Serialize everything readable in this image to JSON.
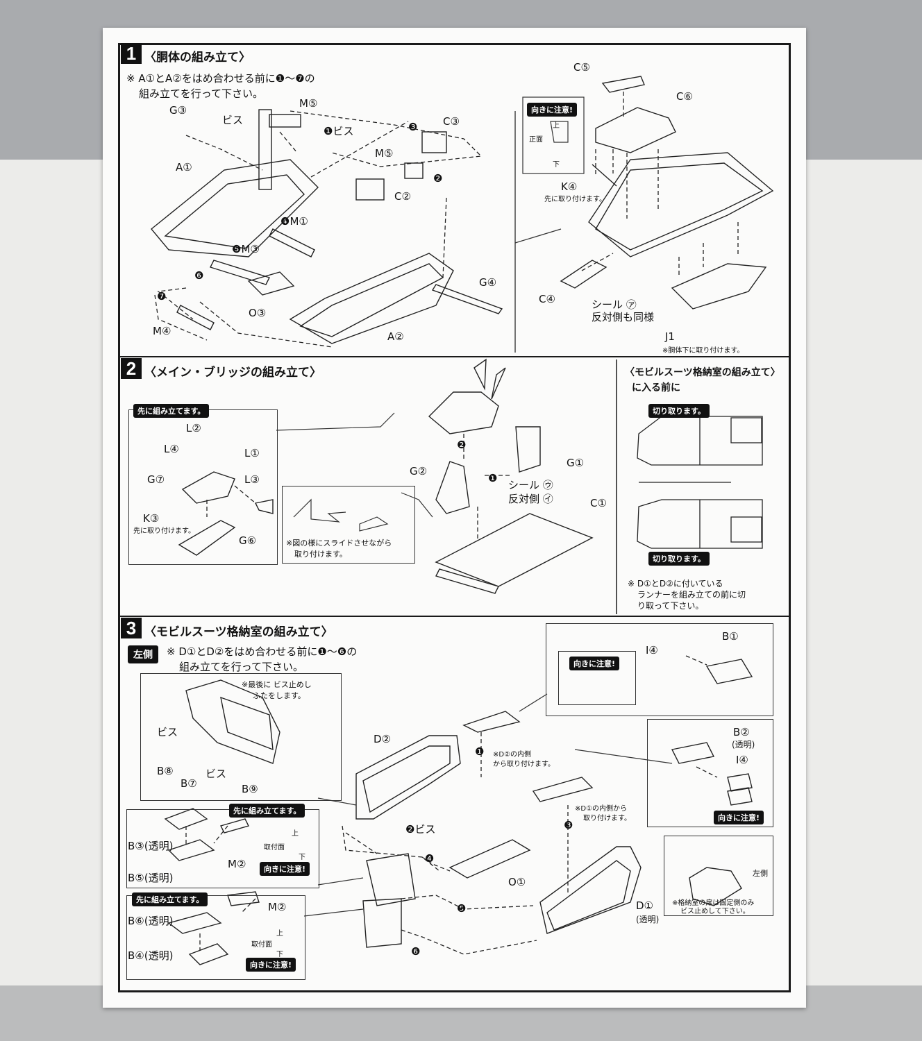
{
  "step1": {
    "number": "1",
    "title": "〈胴体の組み立て〉",
    "note_line1": "※ A①とA②をはめ合わせる前に❶～❼の",
    "note_line2": "組み立てを行って下さい。",
    "labels": {
      "g3": "G③",
      "bis": "ビス",
      "m5a": "M⑤",
      "a1": "A①",
      "c3": "C③",
      "s3": "❸",
      "bis1": "❶ビス",
      "m5b": "M⑤",
      "c2": "C②",
      "s2": "❷",
      "m1": "❹M①",
      "m3": "❺M③",
      "s6": "❻",
      "s7": "❼",
      "o3": "O③",
      "m4": "M④",
      "a2": "A②",
      "g4": "G④"
    },
    "right": {
      "c5": "C⑤",
      "c6": "C⑥",
      "caution": "向きに注意!",
      "up": "上",
      "front": "正面",
      "down": "下",
      "k4": "K④",
      "k4_note": "先に取り付けます。",
      "c4": "C④",
      "seal1": "シール ㋐",
      "seal2": "反対側も同様",
      "j1": "J1",
      "j1_note": "※胴体下に取り付けます。"
    }
  },
  "step2": {
    "number": "2",
    "title": "〈メイン・ブリッジの組み立て〉",
    "pre_tag": "先に組み立てます。",
    "labels": {
      "l2": "L②",
      "l4": "L④",
      "l1": "L①",
      "g7": "G⑦",
      "l3": "L③",
      "k3": "K③",
      "k3_note": "先に取り付けます。",
      "g6": "G⑥",
      "s2": "❷",
      "g2": "G②",
      "s1": "❶",
      "g1": "G①",
      "seal1": "シール ㋒",
      "seal2": "反対側 ㋑",
      "c1": "C①"
    },
    "slide_note1": "※図の様にスライドさせながら",
    "slide_note2": "取り付けます。",
    "side": {
      "title1": "〈モビルスーツ格納室の組み立て〉",
      "title2": "に入る前に",
      "cut_tag1": "切り取ります。",
      "cut_tag2": "切り取ります。",
      "note1": "※ D①とD②に付いている",
      "note2": "ランナーを組み立ての前に切",
      "note3": "り取って下さい。"
    }
  },
  "step3": {
    "number": "3",
    "title": "〈モビルスーツ格納室の組み立て〉",
    "side_tag": "左側",
    "note_line1": "※ D①とD②をはめ合わせる前に❶～❻の",
    "note_line2": "組み立てを行って下さい。",
    "inset1": {
      "note1": "※最後に ビス止めし",
      "note2": "ふたをします。",
      "bis1": "ビス",
      "b8": "B⑧",
      "b7": "B⑦",
      "bis2": "ビス",
      "b9": "B⑨"
    },
    "inset2": {
      "tag": "先に組み立てます。",
      "b3": "B③(透明)",
      "b5": "B⑤(透明)",
      "m2": "M②",
      "mount": "取付面",
      "up": "上",
      "down": "下",
      "caution": "向きに注意!"
    },
    "inset3": {
      "tag": "先に組み立てます。",
      "m2": "M②",
      "b6": "B⑥(透明)",
      "b4": "B④(透明)",
      "mount": "取付面",
      "up": "上",
      "down": "下",
      "caution": "向きに注意!"
    },
    "labels": {
      "d2": "D②",
      "s1": "❶",
      "s1_note1": "※D②の内側",
      "s1_note2": "から取り付けます。",
      "s2bis": "❷ビス",
      "s3": "❸",
      "s3_note1": "※D①の内側から",
      "s3_note2": "取り付けます。",
      "s4": "❹",
      "o1": "O①",
      "s5": "❺",
      "s6": "❻",
      "d1": "D①",
      "d1_sub": "(透明)"
    },
    "inset_top": {
      "caution": "向きに注意!",
      "i4": "I④",
      "b1": "B①"
    },
    "inset_right": {
      "b2": "B②",
      "b2_sub": "(透明)",
      "i4": "I④",
      "caution": "向きに注意!"
    },
    "inset_ship": {
      "left": "左側",
      "note1": "※格納室の扉は固定側のみ",
      "note2": "ビス止めして下さい。"
    }
  }
}
